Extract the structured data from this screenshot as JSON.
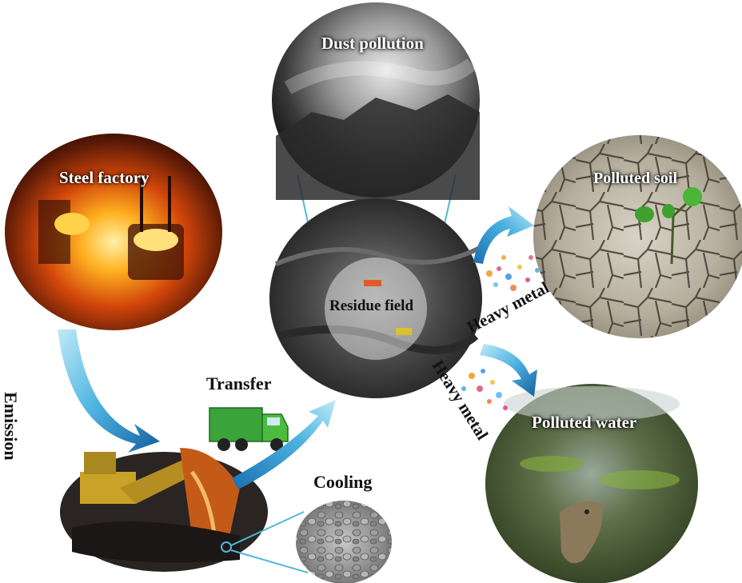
{
  "nodes": {
    "dust": {
      "label": "Dust pollution"
    },
    "steel": {
      "label": "Steel factory"
    },
    "residue": {
      "label": "Residue field"
    },
    "soil": {
      "label": "Polluted soil"
    },
    "water": {
      "label": "Polluted water"
    },
    "transfer": {
      "label": "Transfer"
    },
    "cooling": {
      "label": "Cooling"
    }
  },
  "flows": {
    "emission": "Emission",
    "heavy_metal_soil": "Heavy metal",
    "heavy_metal_water": "Heavy metal"
  },
  "colors": {
    "arrow_light": "#7fd3f0",
    "arrow_dark": "#1a6fb0",
    "connector": "#4fb8d8"
  }
}
